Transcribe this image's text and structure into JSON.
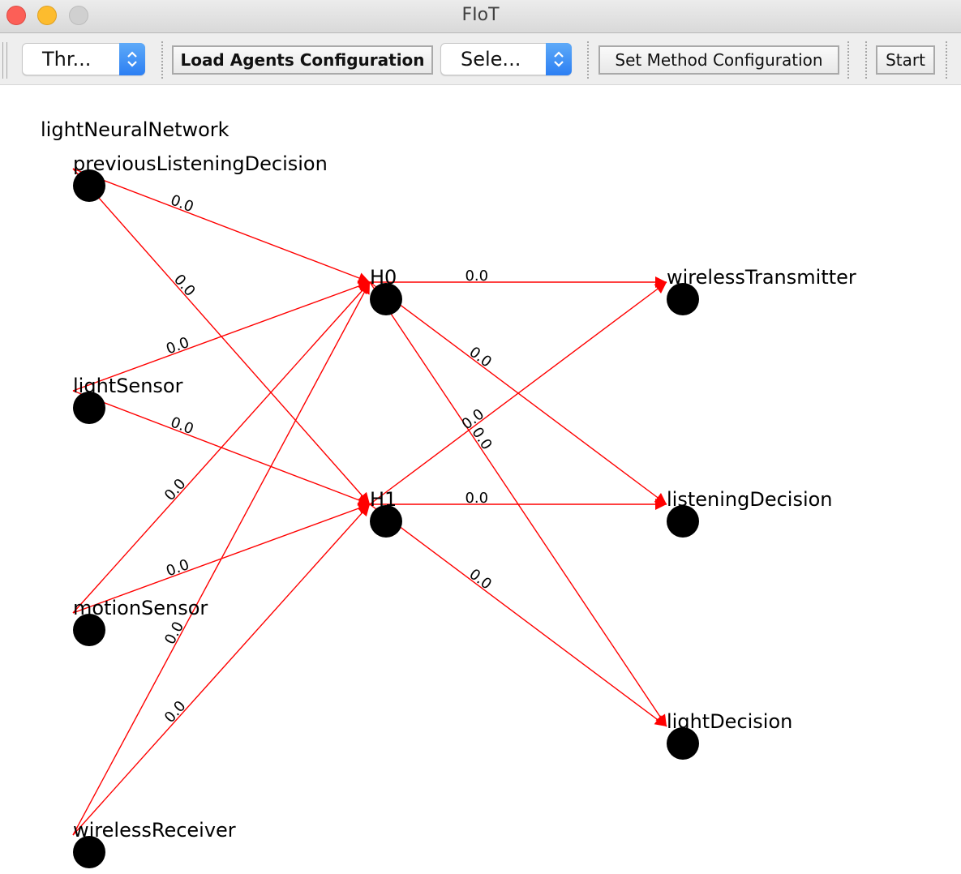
{
  "window": {
    "title": "FIoT"
  },
  "toolbar": {
    "combo1_value": "Thr...",
    "load_button": "Load Agents Configuration",
    "combo2_value": "Sele...",
    "method_button": "Set Method Configuration",
    "start_button": "Start"
  },
  "network": {
    "name": "lightNeuralNetwork",
    "colors": {
      "edge": "#ff0000",
      "node": "#000000"
    },
    "nodes": [
      {
        "id": "previousListeningDecision",
        "label": "previousListeningDecision"
      },
      {
        "id": "lightSensor",
        "label": "lightSensor"
      },
      {
        "id": "motionSensor",
        "label": "motionSensor"
      },
      {
        "id": "wirelessReceiver",
        "label": "wirelessReceiver"
      },
      {
        "id": "H0",
        "label": "H0"
      },
      {
        "id": "H1",
        "label": "H1"
      },
      {
        "id": "wirelessTransmitter",
        "label": "wirelessTransmitter"
      },
      {
        "id": "listeningDecision",
        "label": "listeningDecision"
      },
      {
        "id": "lightDecision",
        "label": "lightDecision"
      }
    ],
    "edges": [
      {
        "from": "previousListeningDecision",
        "to": "H0",
        "weight": "0.0"
      },
      {
        "from": "previousListeningDecision",
        "to": "H1",
        "weight": "0.0"
      },
      {
        "from": "lightSensor",
        "to": "H0",
        "weight": "0.0"
      },
      {
        "from": "lightSensor",
        "to": "H1",
        "weight": "0.0"
      },
      {
        "from": "motionSensor",
        "to": "H0",
        "weight": "0.0"
      },
      {
        "from": "motionSensor",
        "to": "H1",
        "weight": "0.0"
      },
      {
        "from": "wirelessReceiver",
        "to": "H0",
        "weight": "0.0"
      },
      {
        "from": "wirelessReceiver",
        "to": "H1",
        "weight": "0.0"
      },
      {
        "from": "H0",
        "to": "wirelessTransmitter",
        "weight": "0.0"
      },
      {
        "from": "H0",
        "to": "listeningDecision",
        "weight": "0.0"
      },
      {
        "from": "H0",
        "to": "lightDecision",
        "weight": "0.0"
      },
      {
        "from": "H1",
        "to": "wirelessTransmitter",
        "weight": "0.0"
      },
      {
        "from": "H1",
        "to": "listeningDecision",
        "weight": "0.0"
      },
      {
        "from": "H1",
        "to": "lightDecision",
        "weight": "0.0"
      }
    ]
  }
}
